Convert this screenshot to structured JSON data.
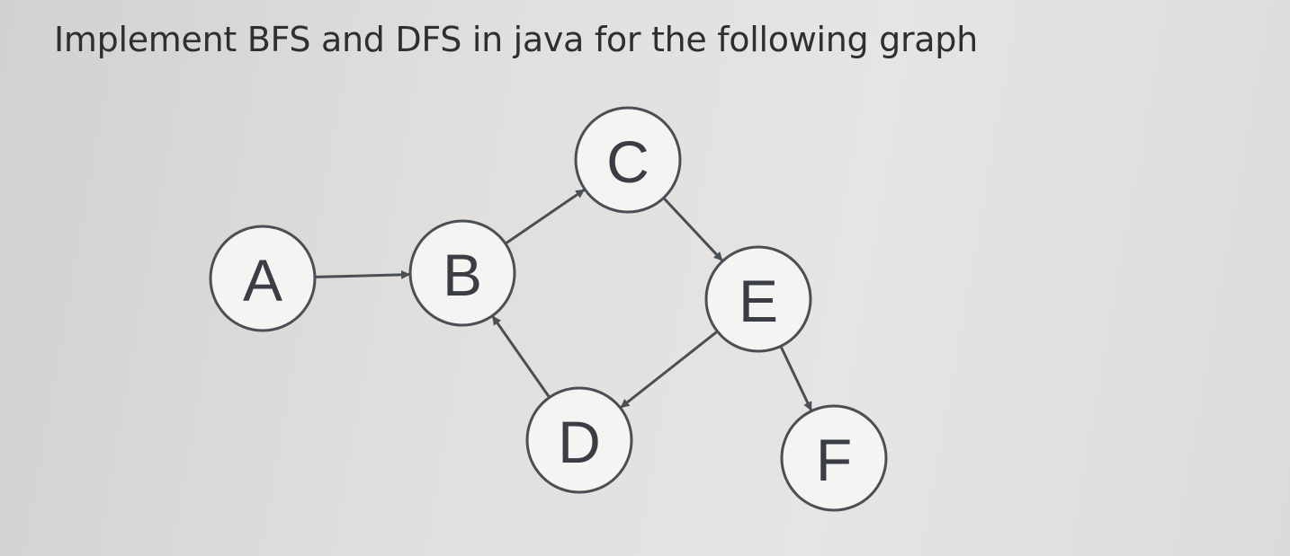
{
  "question": {
    "text": "Implement BFS and DFS in java for the following graph"
  },
  "graph": {
    "type": "directed",
    "nodes": [
      {
        "id": "A",
        "label": "A"
      },
      {
        "id": "B",
        "label": "B"
      },
      {
        "id": "C",
        "label": "C"
      },
      {
        "id": "D",
        "label": "D"
      },
      {
        "id": "E",
        "label": "E"
      },
      {
        "id": "F",
        "label": "F"
      }
    ],
    "edges": [
      {
        "from": "A",
        "to": "B"
      },
      {
        "from": "B",
        "to": "C"
      },
      {
        "from": "C",
        "to": "E"
      },
      {
        "from": "E",
        "to": "D"
      },
      {
        "from": "D",
        "to": "B"
      },
      {
        "from": "E",
        "to": "F"
      }
    ],
    "colors": {
      "stroke": "#4a4e55",
      "node_fill": "#f4f4f3",
      "label": "#3a3d44"
    }
  }
}
